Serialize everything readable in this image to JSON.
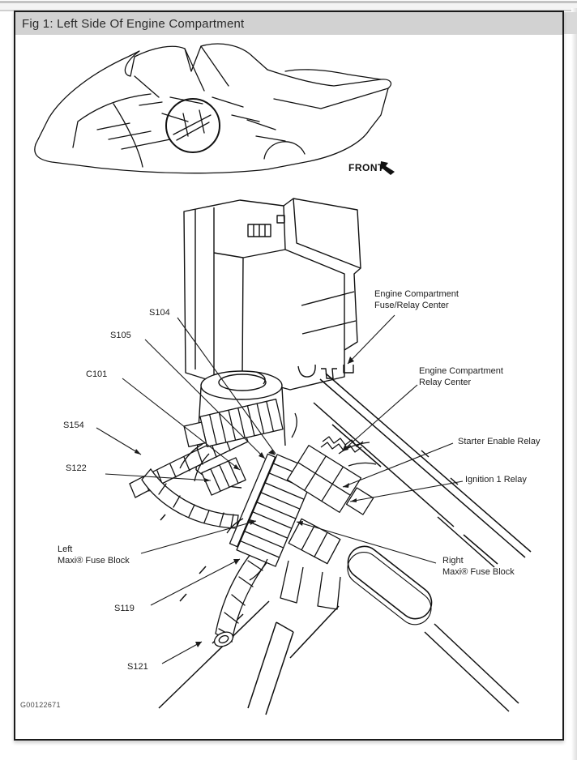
{
  "window": {
    "title": "Fig 1: Left Side Of Engine Compartment"
  },
  "figure": {
    "front_label": "FRONT",
    "figure_id": "G00122671",
    "callouts": [
      {
        "id": "s104",
        "lines": [
          "S104"
        ]
      },
      {
        "id": "s105",
        "lines": [
          "S105"
        ]
      },
      {
        "id": "c101",
        "lines": [
          "C101"
        ]
      },
      {
        "id": "s154",
        "lines": [
          "S154"
        ]
      },
      {
        "id": "s122",
        "lines": [
          "S122"
        ]
      },
      {
        "id": "left-maxi-fuse-block",
        "lines": [
          "Left",
          "Maxi® Fuse Block"
        ]
      },
      {
        "id": "s119",
        "lines": [
          "S119"
        ]
      },
      {
        "id": "s121",
        "lines": [
          "S121"
        ]
      },
      {
        "id": "engine-compartment-fuse-relay-center",
        "lines": [
          "Engine Compartment",
          "Fuse/Relay Center"
        ]
      },
      {
        "id": "engine-compartment-relay-center",
        "lines": [
          "Engine Compartment",
          "Relay Center"
        ]
      },
      {
        "id": "starter-enable-relay",
        "lines": [
          "Starter Enable Relay"
        ]
      },
      {
        "id": "ignition-1-relay",
        "lines": [
          "Ignition 1 Relay"
        ]
      },
      {
        "id": "right-maxi-fuse-block",
        "lines": [
          "Right",
          "Maxi® Fuse Block"
        ]
      }
    ],
    "colors": {
      "titlebar_bg": "#d2d2d2",
      "frame_border": "#1b1b1b",
      "line_art": "#111111"
    }
  }
}
